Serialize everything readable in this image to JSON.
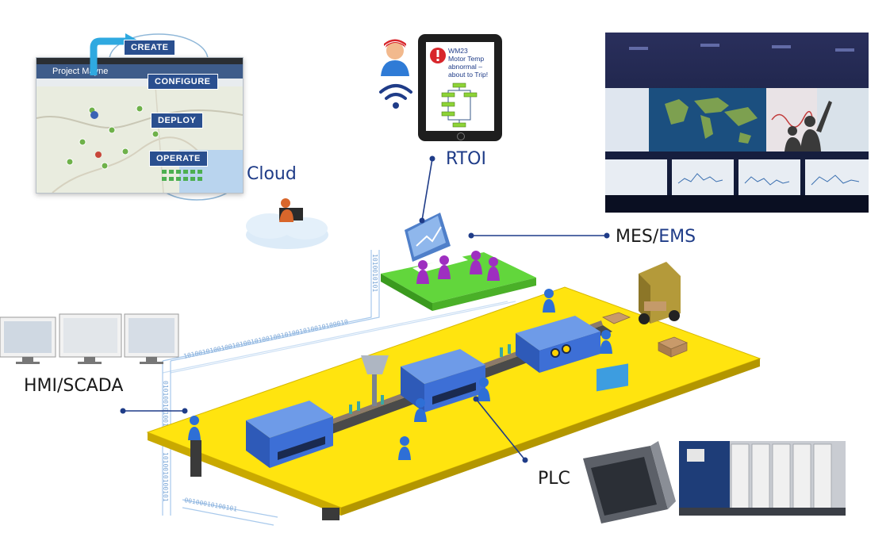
{
  "labels": {
    "cloud": "Cloud",
    "rtoi": "RTOI",
    "mes": "MES/",
    "ems": "EMS",
    "hmi": "HMI/SCADA",
    "plc": "PLC"
  },
  "cloud_app": {
    "window_title": "Project Mayne",
    "stages": [
      "CREATE",
      "CONFIGURE",
      "DEPLOY",
      "OPERATE"
    ]
  },
  "tablet": {
    "alert_lines": [
      "WM23",
      "Motor Temp",
      "abnormal –",
      "about to Trip!"
    ]
  },
  "colors": {
    "label_blue": "#1f3c88",
    "floor_yellow": "#ffe40f",
    "office_green": "#62d63c",
    "machine_blue": "#3d6fd6"
  }
}
